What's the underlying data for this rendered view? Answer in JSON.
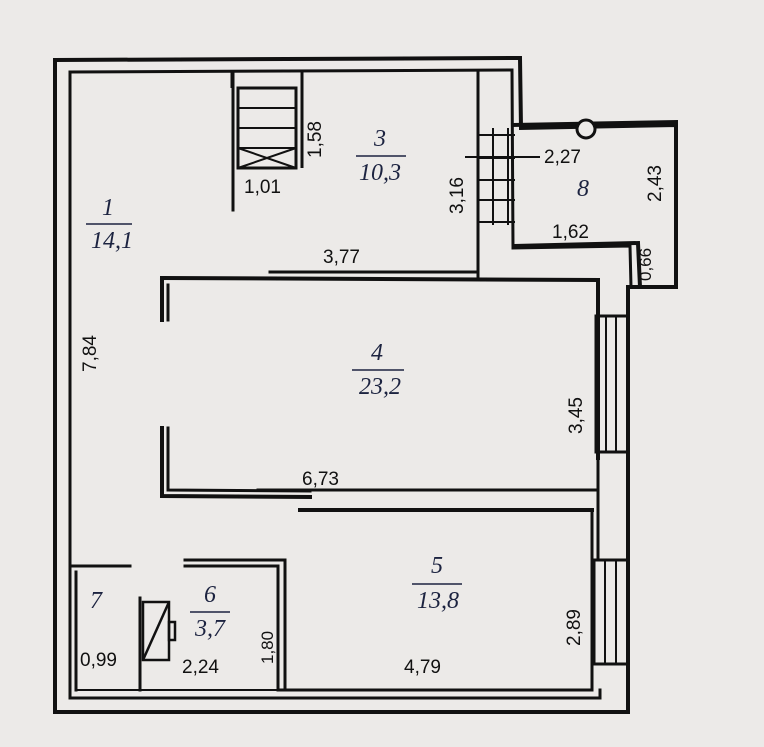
{
  "rooms": [
    {
      "number": "1",
      "area": "14,1"
    },
    {
      "number": "3",
      "area": "10,3"
    },
    {
      "number": "8",
      "area": ""
    },
    {
      "number": "4",
      "area": "23,2"
    },
    {
      "number": "5",
      "area": "13,8"
    },
    {
      "number": "6",
      "area": "3,7"
    },
    {
      "number": "7",
      "area": ""
    }
  ],
  "dimensions": {
    "d_158": "1,58",
    "d_101": "1,01",
    "d_316": "3,16",
    "d_227": "2,27",
    "d_243": "2,43",
    "d_162": "1,62",
    "d_066": "0,66",
    "d_377": "3,77",
    "d_784": "7,84",
    "d_345": "3,45",
    "d_673": "6,73",
    "d_289": "2,89",
    "d_479": "4,79",
    "d_180": "1,80",
    "d_224": "2,24",
    "d_099": "0,99"
  },
  "colors": {
    "wall": "#111111",
    "label": "#1c2340",
    "paper": "#eceae8"
  }
}
